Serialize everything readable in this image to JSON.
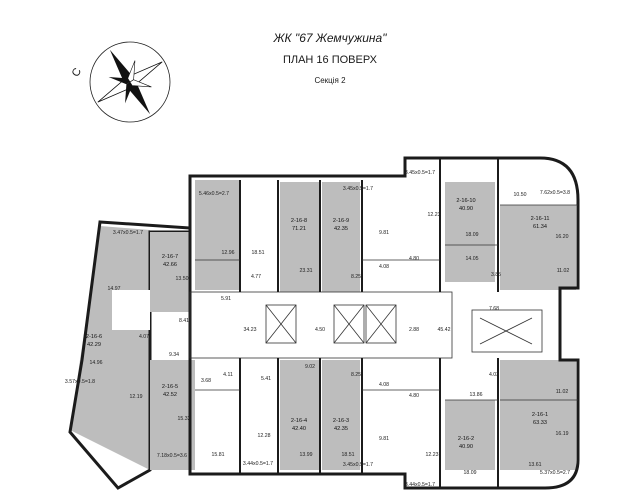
{
  "header": {
    "complex_name": "ЖК \"67 Жемчужина\"",
    "plan_title": "ПЛАН 16 ПОВЕРХ",
    "section": "Секція 2"
  },
  "compass": {
    "letter": "С"
  },
  "colors": {
    "wall": "#1b1b1b",
    "apartment_fill": "#bdbdbd",
    "background": "#ffffff"
  },
  "apartments": [
    {
      "number": "2-16-7",
      "area": "42.66"
    },
    {
      "number": "2-16-6",
      "area": "42.29"
    },
    {
      "number": "2-16-5",
      "area": "42.52"
    },
    {
      "number": "2-16-8",
      "area": "71.21"
    },
    {
      "number": "2-16-9",
      "area": "42.35"
    },
    {
      "number": "2-16-4",
      "area": "42.40"
    },
    {
      "number": "2-16-3",
      "area": "42.35"
    },
    {
      "number": "2-16-10",
      "area": "40.90"
    },
    {
      "number": "2-16-11",
      "area": "61.34"
    },
    {
      "number": "2-16-2",
      "area": "40.90"
    },
    {
      "number": "2-16-1",
      "area": "63.33"
    }
  ],
  "room_labels": [
    "5.46x0.5=2.7",
    "3.45x0.5=1.7",
    "3.45x0.5=1.7",
    "7.62x0.5=3.8",
    "3.47x0.5=1.7",
    "3.57x0.5=1.8",
    "7.18x0.5=3.6",
    "3.44x0.5=1.7",
    "3.45x0.5=1.7",
    "3.44x0.5=1.7",
    "5.37x0.5=2.7",
    "12.96",
    "18.51",
    "23.31",
    "9.81",
    "12.23",
    "10.50",
    "16.20",
    "18.09",
    "14.05",
    "11.02",
    "13.50",
    "4.77",
    "8.25",
    "4.08",
    "4.80",
    "3.85",
    "14.97",
    "8.41",
    "5.91",
    "34.23",
    "4.50",
    "2.88",
    "45.42",
    "7.68",
    "4.07",
    "9.34",
    "14.96",
    "12.19",
    "3.68",
    "4.11",
    "5.41",
    "9.02",
    "15.32",
    "15.81",
    "12.28",
    "13.99",
    "9.81",
    "4.03",
    "13.86",
    "11.02",
    "16.19",
    "13.61",
    "12.23",
    "18.09",
    "8.25",
    "4.08",
    "4.80",
    "18.51"
  ]
}
